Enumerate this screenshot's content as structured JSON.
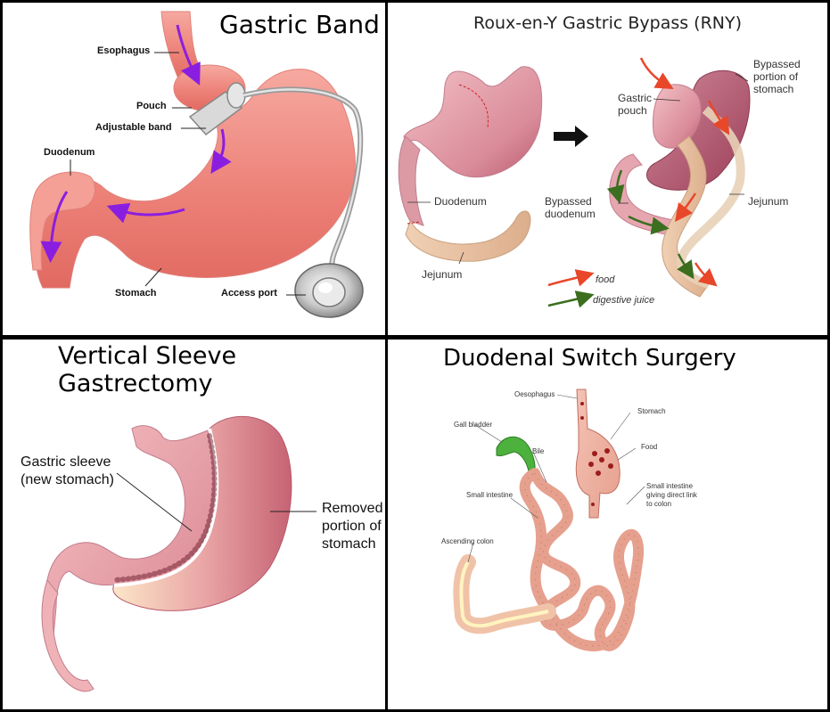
{
  "gastric_band": {
    "title": "Gastric Band",
    "labels": {
      "esophagus": "Esophagus",
      "pouch": "Pouch",
      "adjustable_band": "Adjustable band",
      "duodenum": "Duodenum",
      "stomach": "Stomach",
      "access_port": "Access port"
    }
  },
  "rny": {
    "title": "Roux-en-Y Gastric Bypass (RNY)",
    "labels": {
      "bypassed_stomach": [
        "Bypassed",
        "portion of",
        "stomach"
      ],
      "gastric_pouch": [
        "Gastric",
        "pouch"
      ],
      "duodenum": "Duodenum",
      "jejunum_left": "Jejunum",
      "bypassed_duodenum": [
        "Bypassed",
        "duodenum"
      ],
      "jejunum_right": "Jejunum"
    },
    "legend": {
      "food": "food",
      "digestive_juice": "digestive juice"
    },
    "colors": {
      "food": "#e8472a",
      "digestive_juice": "#3b6e1f"
    }
  },
  "sleeve": {
    "title": "Vertical Sleeve Gastrectomy",
    "labels": {
      "gastric_sleeve": [
        "Gastric sleeve",
        "(new stomach)"
      ],
      "removed": [
        "Removed",
        "portion of",
        "stomach"
      ]
    }
  },
  "duodenal_switch": {
    "title": "Duodenal Switch Surgery",
    "labels": {
      "oesophagus": "Oesophagus",
      "stomach": "Stomach",
      "gall_bladder": "Gall bladder",
      "bile": "Bile",
      "food": "Food",
      "small_intestine": "Small intestine",
      "small_intestine_direct": [
        "Small intestine",
        "giving direct link",
        "to colon"
      ],
      "ascending_colon": "Ascending colon"
    }
  }
}
